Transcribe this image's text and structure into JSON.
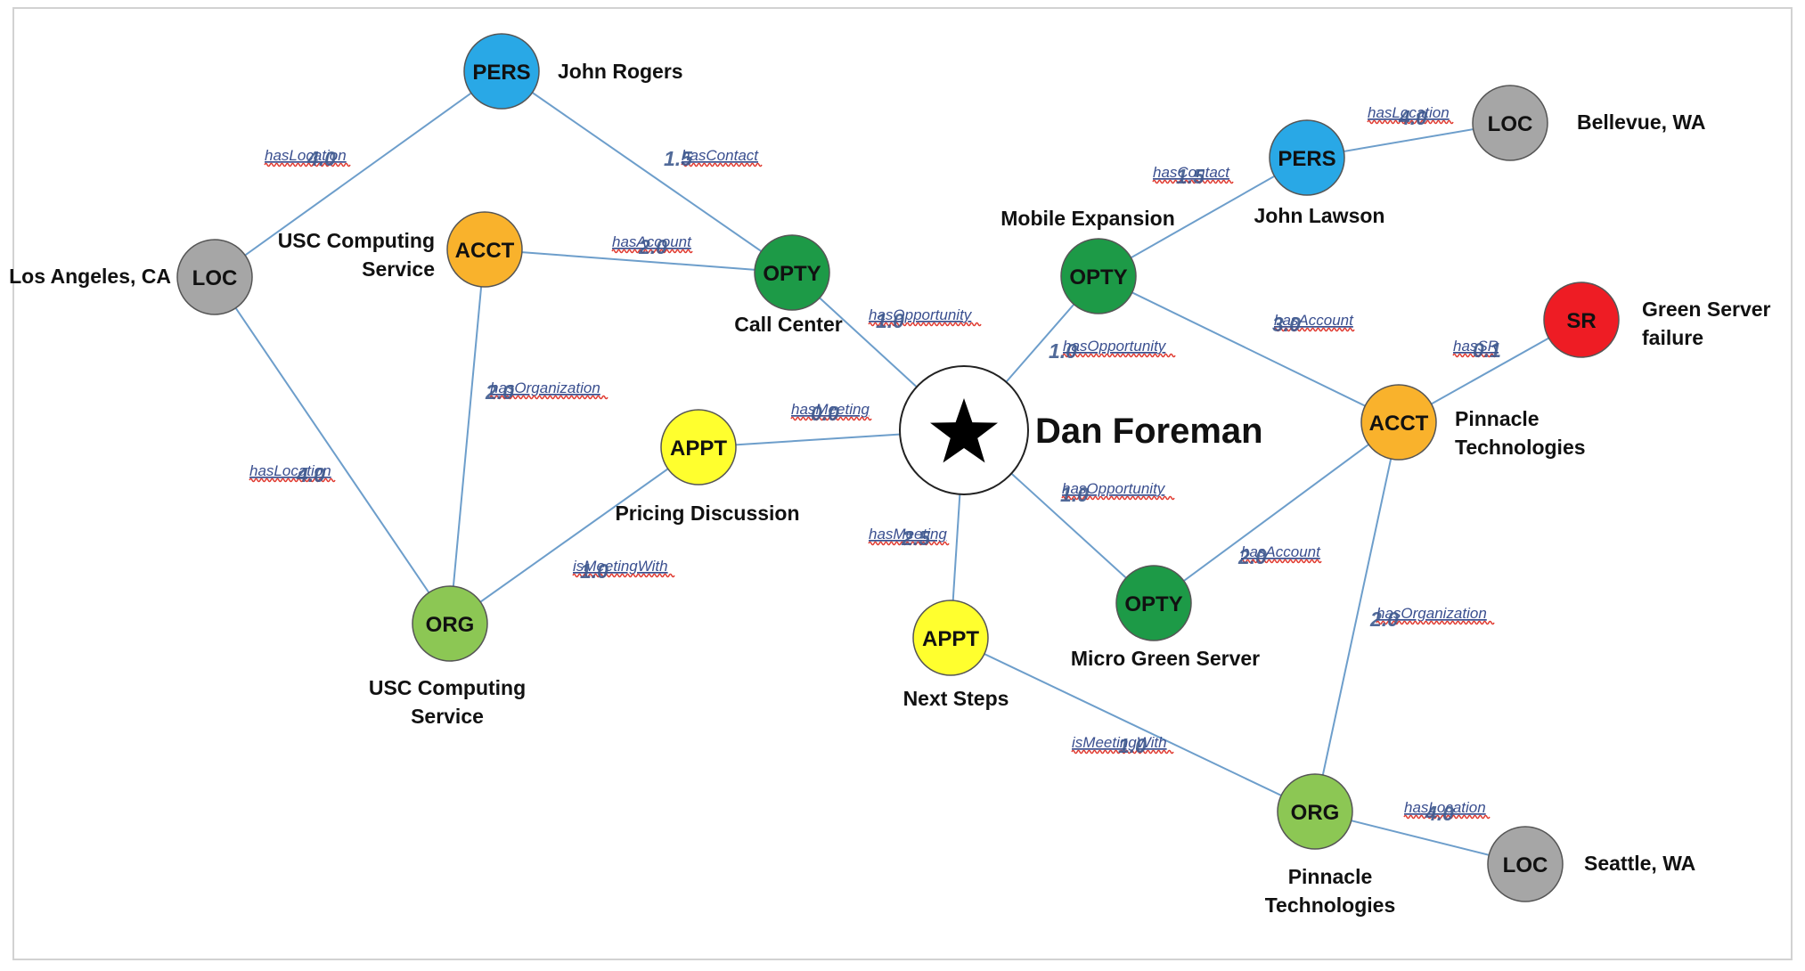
{
  "center": {
    "label": "Dan Foreman",
    "icon": "star-icon"
  },
  "colors": {
    "PERS": "#29a8e6",
    "LOC": "#a6a6a6",
    "ACCT": "#f9b22c",
    "OPTY": "#1d9a47",
    "APPT": "#ffff2e",
    "ORG": "#8cc754",
    "SR": "#ee1c24",
    "edge": "#6d9ecb",
    "relation_text": "#3a4f8f"
  },
  "nodes": [
    {
      "id": "n1",
      "type": "PERS",
      "label": [
        "John Rogers"
      ]
    },
    {
      "id": "n2",
      "type": "LOC",
      "label": [
        "Los Angeles, CA"
      ]
    },
    {
      "id": "n3",
      "type": "ACCT",
      "label": [
        "USC Computing",
        "Service"
      ]
    },
    {
      "id": "n4",
      "type": "OPTY",
      "label": [
        "Call Center"
      ]
    },
    {
      "id": "n5",
      "type": "APPT",
      "label": [
        "Pricing Discussion"
      ]
    },
    {
      "id": "n6",
      "type": "ORG",
      "label": [
        "USC Computing",
        "Service"
      ]
    },
    {
      "id": "n7",
      "type": "APPT",
      "label": [
        "Next Steps"
      ]
    },
    {
      "id": "n8",
      "type": "OPTY",
      "label": [
        "Mobile Expansion"
      ]
    },
    {
      "id": "n9",
      "type": "PERS",
      "label": [
        "John Lawson"
      ]
    },
    {
      "id": "n10",
      "type": "LOC",
      "label": [
        "Bellevue, WA"
      ]
    },
    {
      "id": "n11",
      "type": "ACCT",
      "label": [
        "Pinnacle",
        "Technologies"
      ]
    },
    {
      "id": "n12",
      "type": "SR",
      "label": [
        "Green Server",
        "failure"
      ]
    },
    {
      "id": "n13",
      "type": "OPTY",
      "label": [
        "Micro Green Server"
      ]
    },
    {
      "id": "n14",
      "type": "ORG",
      "label": [
        "Pinnacle",
        "Technologies"
      ]
    },
    {
      "id": "n15",
      "type": "LOC",
      "label": [
        "Seattle, WA"
      ]
    }
  ],
  "edges": [
    {
      "from": "n1",
      "to": "n2",
      "relation": "hasLocation",
      "weight": "4.0"
    },
    {
      "from": "n1",
      "to": "n4",
      "relation": "hasContact",
      "weight": "1.5"
    },
    {
      "from": "n3",
      "to": "n4",
      "relation": "hasAccount",
      "weight": "2.0"
    },
    {
      "from": "n3",
      "to": "n6",
      "relation": "hasOrganization",
      "weight": "2.0"
    },
    {
      "from": "n2",
      "to": "n6",
      "relation": "hasLocation",
      "weight": "4.0"
    },
    {
      "from": "n4",
      "to": "center",
      "relation": "hasOpportunity",
      "weight": "1.0"
    },
    {
      "from": "n5",
      "to": "center",
      "relation": "hasMeeting",
      "weight": "0.0"
    },
    {
      "from": "n6",
      "to": "n5",
      "relation": "isMeetingWith",
      "weight": "1.0"
    },
    {
      "from": "center",
      "to": "n7",
      "relation": "hasMeeting",
      "weight": "2.5"
    },
    {
      "from": "center",
      "to": "n8",
      "relation": "hasOpportunity",
      "weight": "1.0"
    },
    {
      "from": "center",
      "to": "n13",
      "relation": "hasOpportunity",
      "weight": "1.0"
    },
    {
      "from": "n8",
      "to": "n9",
      "relation": "hasContact",
      "weight": "1.5"
    },
    {
      "from": "n9",
      "to": "n10",
      "relation": "hasLocation",
      "weight": "4.0"
    },
    {
      "from": "n8",
      "to": "n11",
      "relation": "hasAccount",
      "weight": "3.0"
    },
    {
      "from": "n11",
      "to": "n12",
      "relation": "hasSR",
      "weight": "0.1"
    },
    {
      "from": "n13",
      "to": "n11",
      "relation": "hasAccount",
      "weight": "2.0"
    },
    {
      "from": "n11",
      "to": "n14",
      "relation": "hasOrganization",
      "weight": "2.0"
    },
    {
      "from": "n7",
      "to": "n14",
      "relation": "isMeetingWith",
      "weight": "1.0"
    },
    {
      "from": "n14",
      "to": "n15",
      "relation": "hasLocation",
      "weight": "4.0"
    }
  ]
}
